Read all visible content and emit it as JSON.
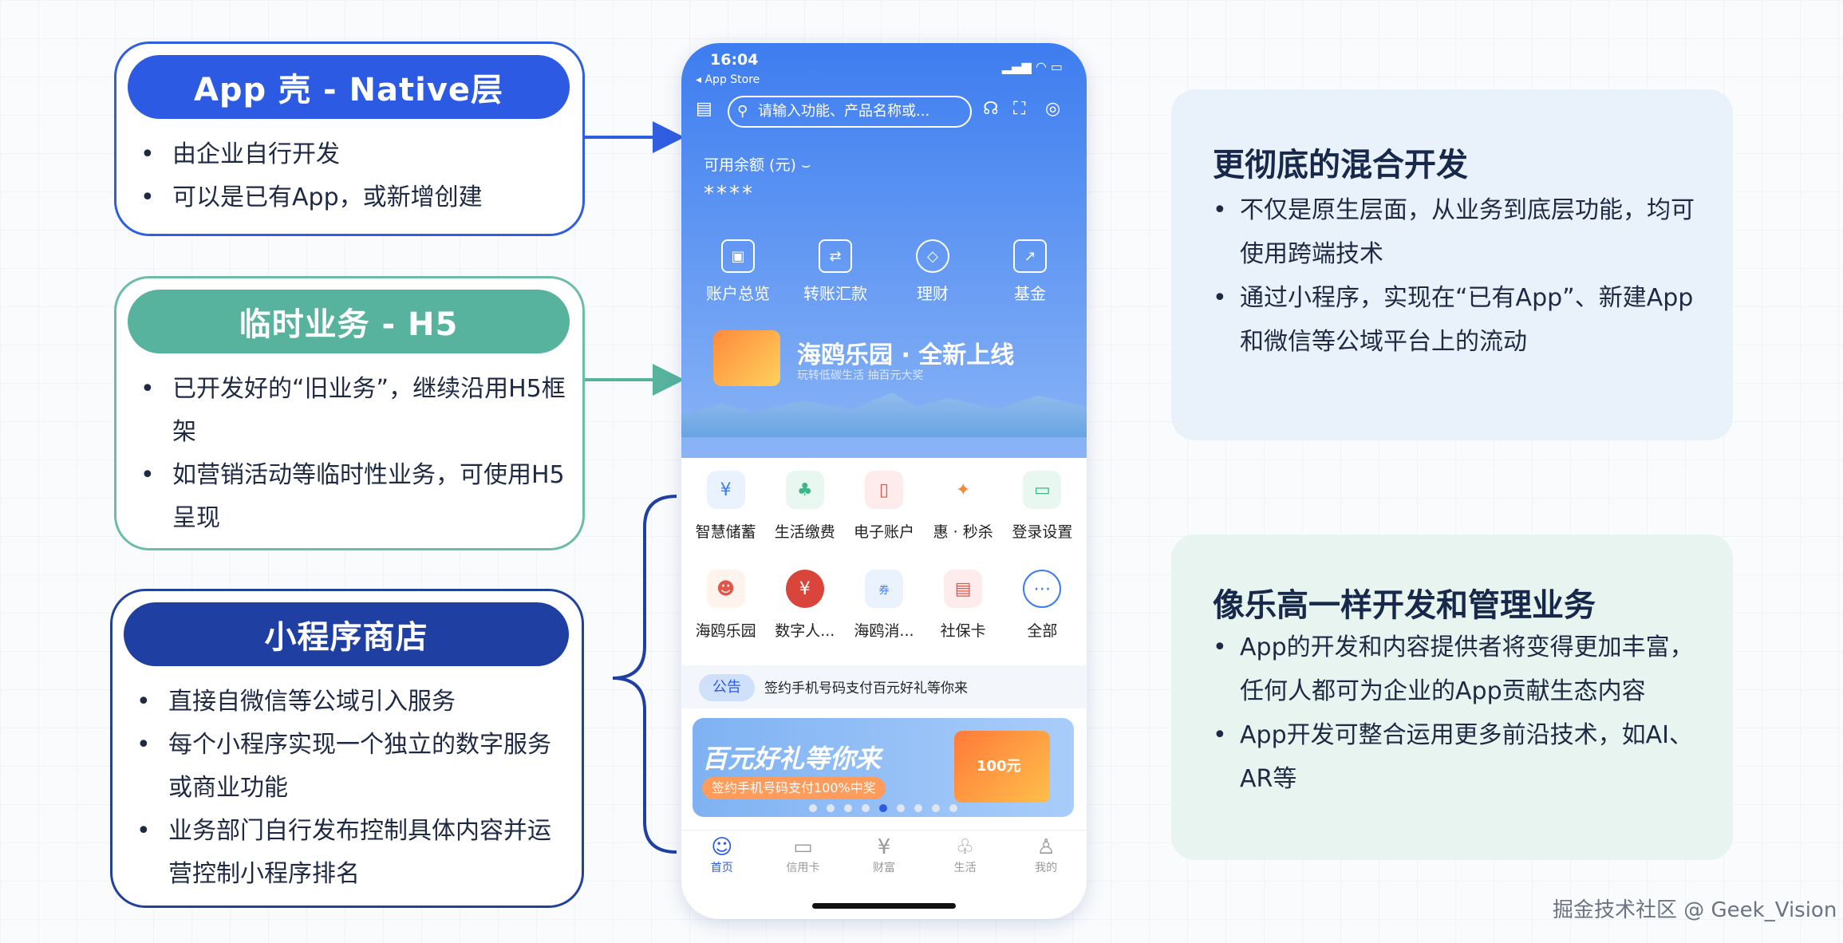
{
  "box1": {
    "title": "App 壳 - Native层",
    "items": [
      "由企业自行开发",
      "可以是已有App，或新增创建"
    ]
  },
  "box2": {
    "title": "临时业务 - H5",
    "items": [
      "已开发好的“旧业务”，继续沿用H5框架",
      "如营销活动等临时性业务，可使用H5呈现"
    ]
  },
  "box3": {
    "title": "小程序商店",
    "items": [
      "直接自微信等公域引入服务",
      "每个小程序实现一个独立的数字服务或商业功能",
      "业务部门自行发布控制具体内容并运营控制小程序排名"
    ]
  },
  "phone": {
    "time": "16:04",
    "back_app": "◂ App Store",
    "search_placeholder": "请输入功能、产品名称或...",
    "balance_label": "可用余额 (元)",
    "balance_value": "****",
    "quick": [
      "账户总览",
      "转账汇款",
      "理财",
      "基金"
    ],
    "banner_title": "海鸥乐园 · 全新上线",
    "banner_sub": "玩转低碳生活  抽百元大奖",
    "grid_row1": [
      "智慧储蓄",
      "生活缴费",
      "电子账户",
      "惠 · 秒杀",
      "登录设置"
    ],
    "grid_row2": [
      "海鸥乐园",
      "数字人...",
      "海鸥消...",
      "社保卡",
      "全部"
    ],
    "notice_tag": "公告",
    "notice_text": "签约手机号码支付百元好礼等你来",
    "promo_title": "百元好礼等你来",
    "promo_sub": "签约手机号码支付100%中奖",
    "promo_amount": "100元",
    "promo_dots": 9,
    "promo_active_dot": 4,
    "tabs": [
      "首页",
      "信用卡",
      "财富",
      "生活",
      "我的"
    ],
    "active_tab": 0
  },
  "card1": {
    "title": "更彻底的混合开发",
    "items": [
      "不仅是原生层面，从业务到底层功能，均可使用跨端技术",
      "通过小程序，实现在“已有App”、新建App和微信等公域平台上的流动"
    ]
  },
  "card2": {
    "title": "像乐高一样开发和管理业务",
    "items": [
      "App的开发和内容提供者将变得更加丰富，任何人都可为企业的App贡献生态内容",
      "App开发可整合运用更多前沿技术，如AI、AR等"
    ]
  },
  "watermark": "掘金技术社区 @ Geek_Vision",
  "colors": {
    "native": "#2d5ae2",
    "h5": "#58b39e",
    "miniprogram": "#203fa3",
    "card1_bg": "#e9f1fa",
    "card2_bg": "#e8f4f0"
  }
}
